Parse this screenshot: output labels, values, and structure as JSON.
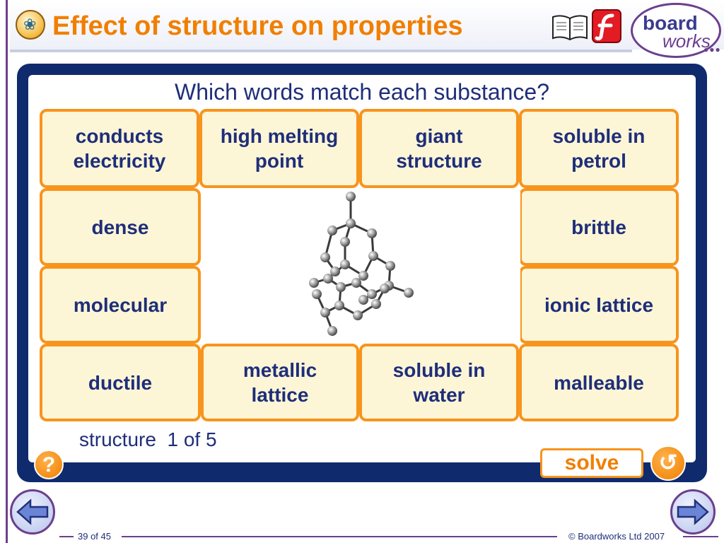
{
  "header": {
    "title": "Effect of structure on properties",
    "logo": {
      "line1": "board",
      "line2": "works"
    },
    "icons": [
      "book-icon",
      "flash-icon"
    ]
  },
  "activity": {
    "question": "Which words match each substance?",
    "cards": [
      "conducts\nelectricity",
      "high melting\npoint",
      "giant\nstructure",
      "soluble in\npetrol",
      "dense",
      "brittle",
      "molecular",
      "ionic lattice",
      "ductile",
      "metallic\nlattice",
      "soluble in\nwater",
      "malleable"
    ],
    "counter": "structure  1 of 5",
    "help_label": "?",
    "solve_label": "solve",
    "reset_icon": "reset-icon"
  },
  "footer": {
    "page": "39 of 45",
    "copyright": "© Boardworks Ltd 2007"
  },
  "colors": {
    "accent": "#f07f00",
    "card_border": "#f7941d",
    "card_fill": "#fdf6d6",
    "panel": "#0f2b6e",
    "text": "#1f2e7a",
    "brand": "#6b3f8e"
  }
}
